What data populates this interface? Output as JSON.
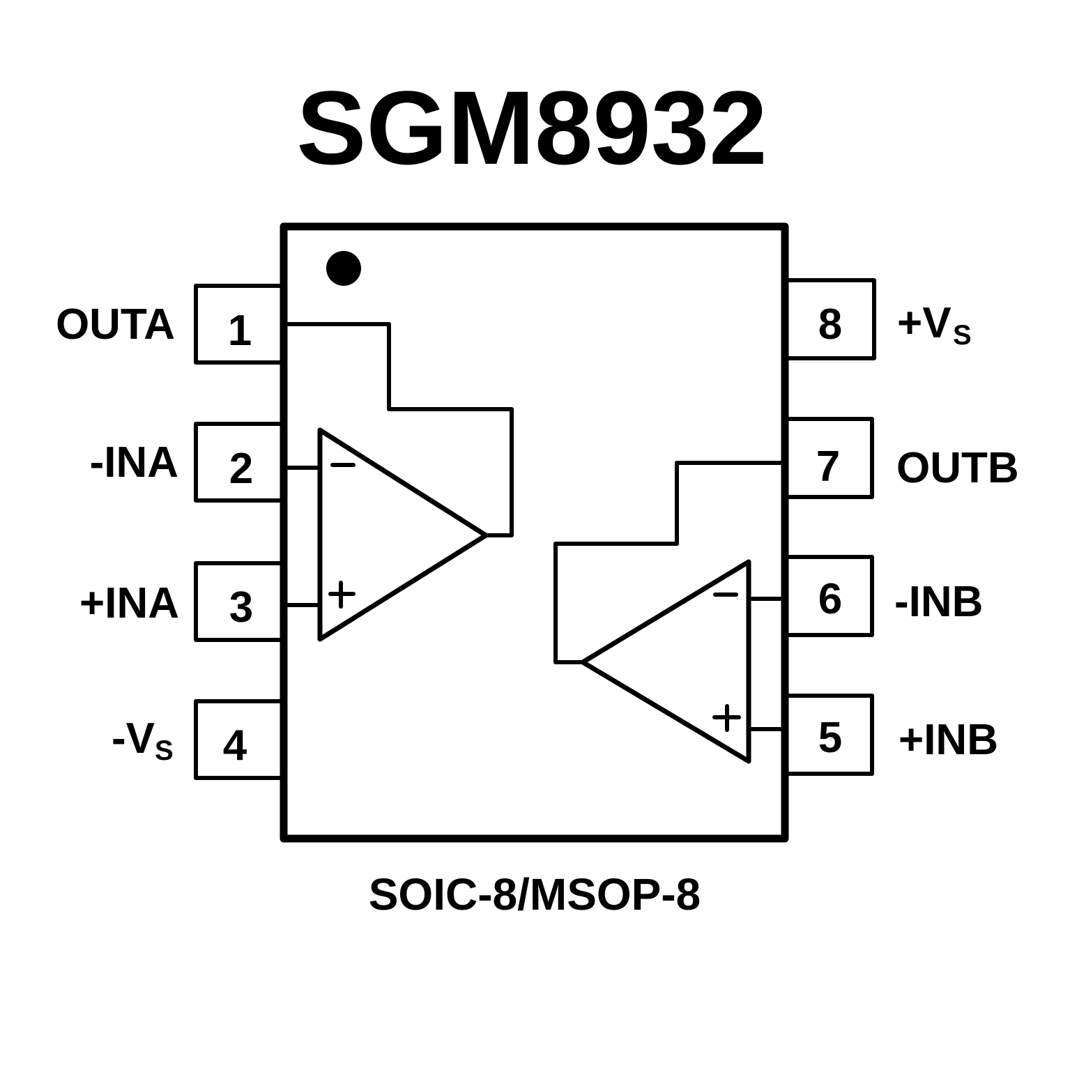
{
  "title": "SGM8932",
  "package": "SOIC-8/MSOP-8",
  "colors": {
    "ink": "#000000",
    "background": "#ffffff"
  },
  "pin1_marker": "dot-icon",
  "pins": {
    "left": [
      {
        "number": "1",
        "name": "OUTA",
        "sub": ""
      },
      {
        "number": "2",
        "name": "-INA",
        "sub": ""
      },
      {
        "number": "3",
        "name": "+INA",
        "sub": ""
      },
      {
        "number": "4",
        "name": "-V",
        "sub": "S"
      }
    ],
    "right": [
      {
        "number": "8",
        "name": "+V",
        "sub": "S"
      },
      {
        "number": "7",
        "name": "OUTB",
        "sub": ""
      },
      {
        "number": "6",
        "name": "-INB",
        "sub": ""
      },
      {
        "number": "5",
        "name": "+INB",
        "sub": ""
      }
    ]
  },
  "amplifiers": [
    {
      "id": "A",
      "inverting_symbol": "−",
      "noninverting_symbol": "+"
    },
    {
      "id": "B",
      "inverting_symbol": "−",
      "noninverting_symbol": "+"
    }
  ]
}
